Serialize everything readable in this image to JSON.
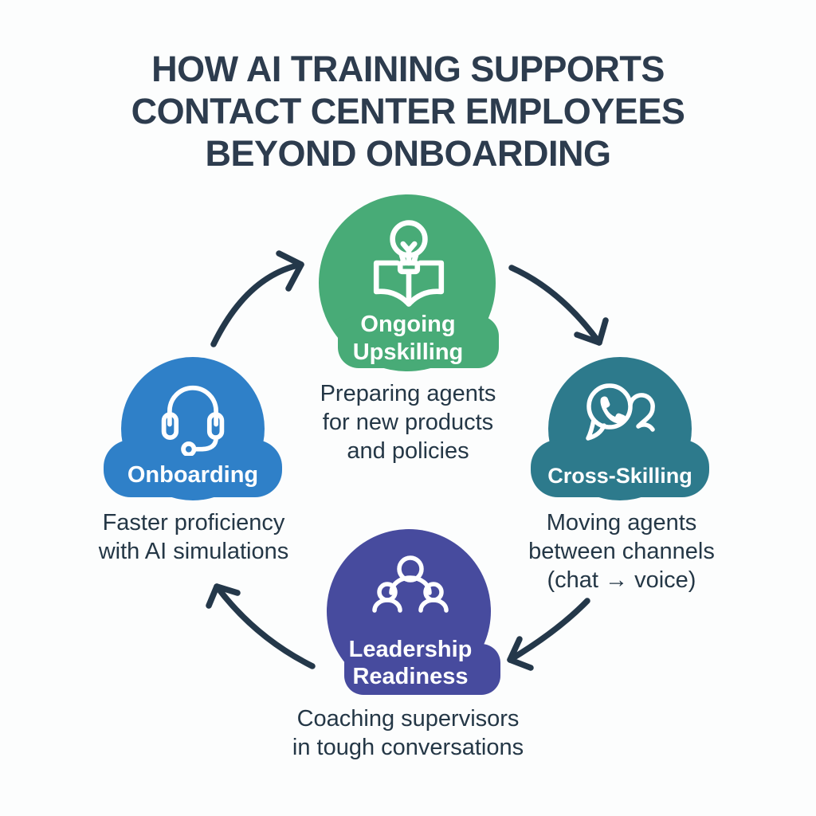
{
  "title": {
    "lines": [
      "HOW AI TRAINING SUPPORTS",
      "CONTACT CENTER EMPLOYEES",
      "BEYOND ONBOARDING"
    ]
  },
  "colors": {
    "background": "#fcfdfd",
    "title_text": "#2d3c4e",
    "body_text": "#243746",
    "arrow": "#24384a",
    "node_green": "#48ab77",
    "node_teal": "#2d7a8c",
    "node_blue": "#2f80c8",
    "node_purple": "#474b9e",
    "node_label_text": "#ffffff"
  },
  "nodes": [
    {
      "id": "ongoing-upskilling",
      "icon": "lightbulb-book-icon",
      "color": "#48ab77",
      "label_lines": [
        "Ongoing",
        "Upskilling"
      ],
      "caption_lines": [
        "Preparing agents",
        "for new products",
        "and policies"
      ]
    },
    {
      "id": "cross-skilling",
      "icon": "chat-channels-icon",
      "color": "#2d7a8c",
      "label_lines": [
        "Cross-Skilling"
      ],
      "caption_lines": [
        "Moving agents",
        "between channels",
        "(chat → voice)"
      ]
    },
    {
      "id": "leadership-readiness",
      "icon": "team-people-icon",
      "color": "#474b9e",
      "label_lines": [
        "Leadership",
        "Readiness"
      ],
      "caption_lines": [
        "Coaching supervisors",
        "in tough conversations"
      ]
    },
    {
      "id": "onboarding",
      "icon": "headset-icon",
      "color": "#2f80c8",
      "label_lines": [
        "Onboarding"
      ],
      "caption_lines": [
        "Faster proficiency",
        "with AI simulations"
      ]
    }
  ]
}
